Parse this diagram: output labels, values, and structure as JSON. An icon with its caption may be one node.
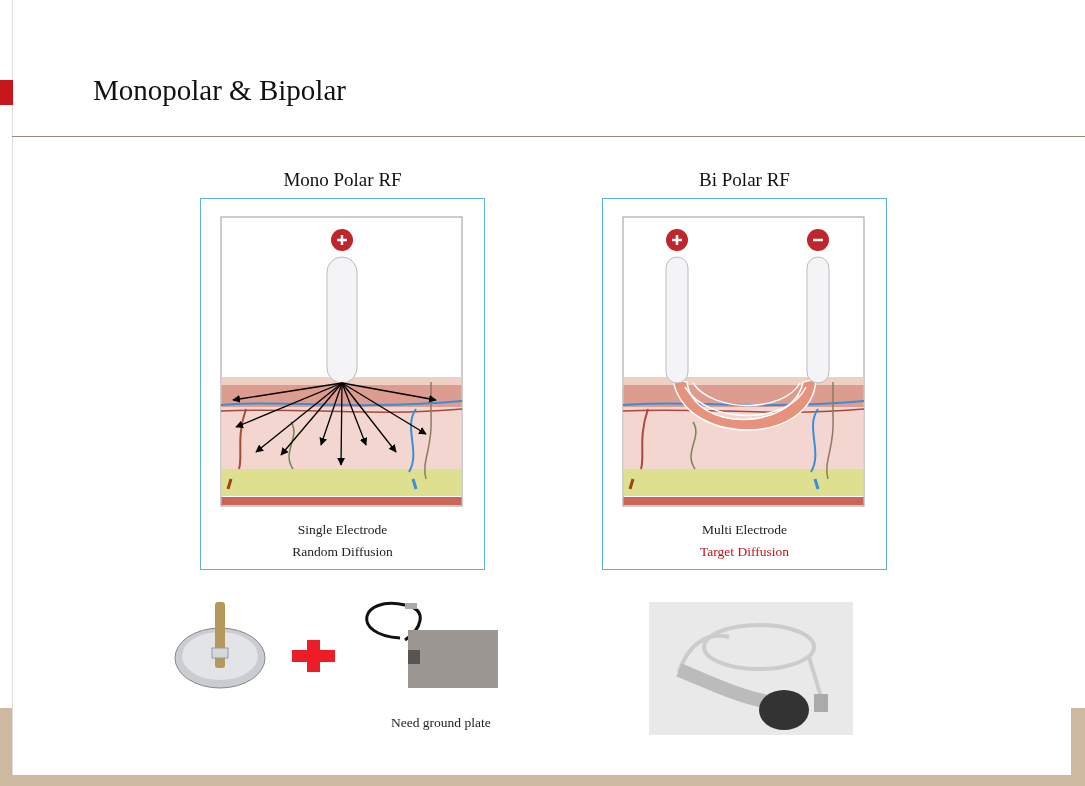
{
  "diagram": {
    "title": "Monopolar & Bipolar",
    "nodes": [
      {
        "text": [
          "Mono Polar RF",
          "Single Electrode",
          "Random Diffusion"
        ]
      },
      {
        "text": [
          "Bi Polar RF",
          "Multi Electrode",
          "Target Diffusion"
        ]
      }
    ],
    "edges": [],
    "labels": [
      "Need ground plate"
    ]
  }
}
